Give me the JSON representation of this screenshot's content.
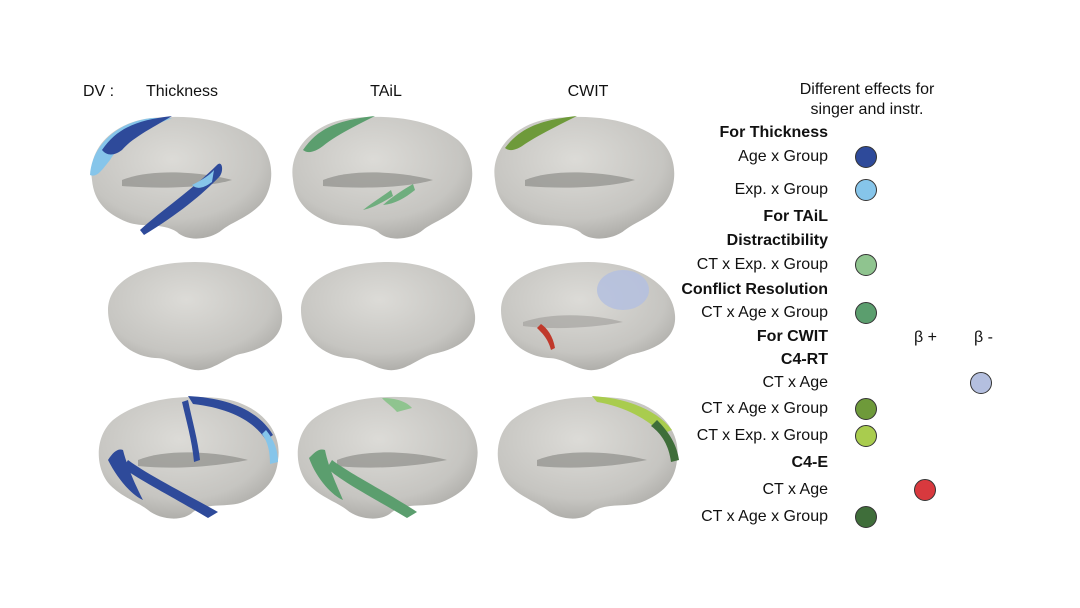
{
  "header": {
    "dv_label": "DV :",
    "columns": [
      "Thickness",
      "TAiL",
      "CWIT"
    ],
    "legend_title_line1": "Different effects for",
    "legend_title_line2": "singer and instr.",
    "beta_plus": "β +",
    "beta_minus": "β -"
  },
  "legend": [
    {
      "text": "For Thickness",
      "bold": true
    },
    {
      "text": "Age x Group",
      "bold": false,
      "color": "#2e4a9a",
      "dot_col": "plus"
    },
    {
      "text": "Exp. x Group",
      "bold": false,
      "color": "#86c5ea",
      "dot_col": "plus"
    },
    {
      "text": "For TAiL",
      "bold": true
    },
    {
      "text": "Distractibility",
      "bold": true
    },
    {
      "text": "CT x Exp. x Group",
      "bold": false,
      "color": "#8fc48f",
      "dot_col": "plus"
    },
    {
      "text": "Conflict Resolution",
      "bold": true
    },
    {
      "text": "CT x Age x Group",
      "bold": false,
      "color": "#5b9e6e",
      "dot_col": "plus"
    },
    {
      "text": "For CWIT",
      "bold": true
    },
    {
      "text": "C4-RT",
      "bold": true
    },
    {
      "text": "CT x Age",
      "bold": false,
      "color": "#b4bfdf",
      "dot_col": "minus"
    },
    {
      "text": "CT x Age x Group",
      "bold": false,
      "color": "#6e9a3a",
      "dot_col": "plus"
    },
    {
      "text": "CT x Exp. x Group",
      "bold": false,
      "color": "#a9cc4e",
      "dot_col": "plus"
    },
    {
      "text": "C4-E",
      "bold": true
    },
    {
      "text": "CT x Age",
      "bold": false,
      "color": "#d8393e",
      "dot_col": "minus2"
    },
    {
      "text": "CT x Age x Group",
      "bold": false,
      "color": "#3f6e3a",
      "dot_col": "plus"
    }
  ],
  "brain_colors": {
    "surface": "#c9c8c4",
    "thickness_age": "#2e4a9a",
    "thickness_exp": "#86c5ea",
    "tail_distract": "#8fc48f",
    "tail_conflict": "#5b9e6e",
    "cwit_c4rt_age": "#b4bfdf",
    "cwit_c4rt_age_group": "#6e9a3a",
    "cwit_c4rt_exp_group": "#a9cc4e",
    "cwit_c4e_age": "#d8393e",
    "cwit_c4e_age_group": "#3f6e3a"
  }
}
